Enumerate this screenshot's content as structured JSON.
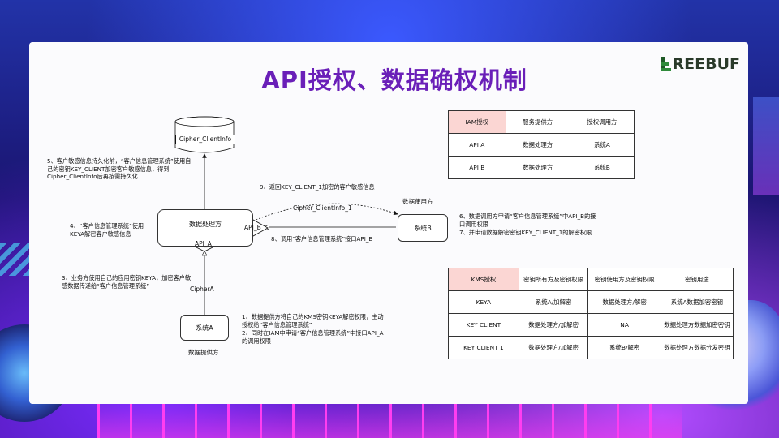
{
  "slide": {
    "title": "API授权、数据确权机制",
    "logo": "REEBUF"
  },
  "diagram": {
    "db_label": "Cipher_ClientInfo",
    "processor_label": "数据处理方",
    "api_a": "API_A",
    "api_b": "API_B",
    "provider_box": "系统A",
    "provider_caption": "数据提供方",
    "consumer_box": "系统B",
    "consumer_caption": "数据使用方",
    "cipher_a": "CipherA",
    "cipher_client": "Cipher_ClientInfo_1",
    "note1": "1、数据提供方将自己的KMS密钥KEYA解密权限，主动授权给“客户信息管理系统”",
    "note2": "2、同时在IAM中申请“客户信息管理系统”中接口API_A的调用权限",
    "note3": "3、业务方使用自己的应用密钥KEYA，加密客户敏感数据传递给“客户信息管理系统”",
    "note4": "4、“客户信息管理系统”使用KEYA解密客户敏感信息",
    "note5": "5、客户敏感信息持久化前，“客户信息管理系统”使用自己的密钥KEY_CLIENT加密客户敏感信息，得到Cipher_ClientInfo后再按需持久化",
    "note6": "6、数据调用方申请“客户信息管理系统”中API_B的接口调用权限",
    "note7": "7、并申请数据解密密钥KEY_CLIENT_1的解密权限",
    "note8": "8、调用“客户信息管理系统”接口API_B",
    "note9": "9、返回KEY_CLIENT_1加密的客户敏感信息"
  },
  "iam_table": {
    "headers": [
      "IAM授权",
      "服务提供方",
      "授权调用方"
    ],
    "rows": [
      [
        "API A",
        "数据处理方",
        "系统A"
      ],
      [
        "API B",
        "数据处理方",
        "系统B"
      ]
    ]
  },
  "kms_table": {
    "headers": [
      "KMS授权",
      "密钥所有方及密钥权限",
      "密钥使用方及密钥权限",
      "密钥用途"
    ],
    "rows": [
      [
        "KEYA",
        "系统A/加解密",
        "数据处理方/解密",
        "系统A数据加密密钥"
      ],
      [
        "KEY CLIENT",
        "数据处理方/加解密",
        "NA",
        "数据处理方数据加密密钥"
      ],
      [
        "KEY CLIENT 1",
        "数据处理方/加解密",
        "系统B/解密",
        "数据处理方数据分发密钥"
      ]
    ]
  },
  "colors": {
    "title": "#6a1fb8",
    "table_header": "#fbd6d3",
    "logo_green": "#2f8a3a"
  }
}
